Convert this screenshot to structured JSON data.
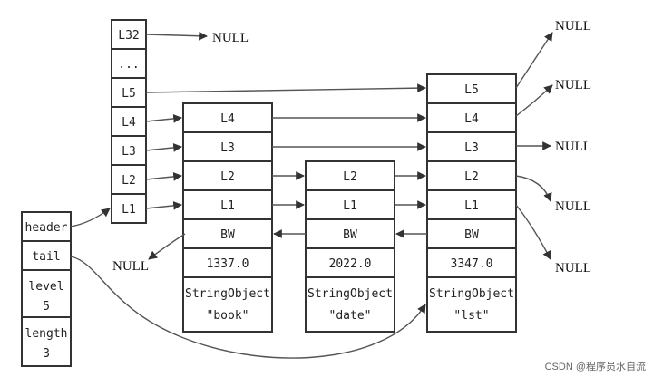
{
  "header_struct": {
    "fields": [
      {
        "label": "header",
        "value": ""
      },
      {
        "label": "tail",
        "value": ""
      },
      {
        "label": "level",
        "value": "5"
      },
      {
        "label": "length",
        "value": "3"
      }
    ]
  },
  "header_node_levels": [
    "L32",
    "...",
    "L5",
    "L4",
    "L3",
    "L2",
    "L1"
  ],
  "nodes": [
    {
      "id": "book",
      "levels": [
        "L4",
        "L3",
        "L2",
        "L1"
      ],
      "backward": "BW",
      "score": "1337.0",
      "obj_type": "StringObject",
      "obj_value": "\"book\""
    },
    {
      "id": "date",
      "levels": [
        "L2",
        "L1"
      ],
      "backward": "BW",
      "score": "2022.0",
      "obj_type": "StringObject",
      "obj_value": "\"date\""
    },
    {
      "id": "lst",
      "levels": [
        "L5",
        "L4",
        "L3",
        "L2",
        "L1"
      ],
      "backward": "BW",
      "score": "3347.0",
      "obj_type": "StringObject",
      "obj_value": "\"lst\""
    }
  ],
  "null_label": "NULL",
  "watermark": "CSDN @程序员水自流"
}
